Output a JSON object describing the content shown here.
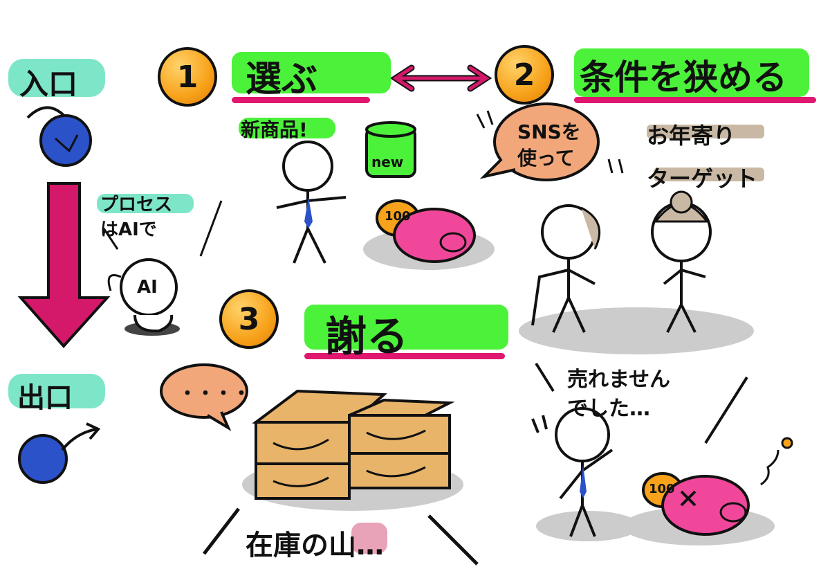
{
  "flow": {
    "entrance": "入口",
    "exit": "出口",
    "process_note": "プロセス\nはAIで",
    "ai_label": "AI"
  },
  "steps": [
    {
      "number": "1",
      "title": "選ぶ",
      "note": "新商品!",
      "can_label": "new",
      "coin_label": "100"
    },
    {
      "number": "2",
      "title": "条件を狭める",
      "bubble": "SNSを\n使って",
      "target": "お年寄り\nターゲット"
    },
    {
      "number": "3",
      "title": "謝る",
      "bubble": "・・・・",
      "stock": "在庫の山…",
      "apology": "売れません\nでした…",
      "coin_label": "100"
    }
  ],
  "colors": {
    "highlight_green": "#4cf23a",
    "underline_pink": "#e0176f",
    "arrow_pink": "#d4186a",
    "coin_orange": "#f7a21a",
    "ball_blue": "#2b52c9",
    "bubble_orange": "#f2a77a",
    "piggy_pink": "#f0479a",
    "box_tan": "#e8b46a",
    "teal_highlight": "#7ee6c8"
  }
}
